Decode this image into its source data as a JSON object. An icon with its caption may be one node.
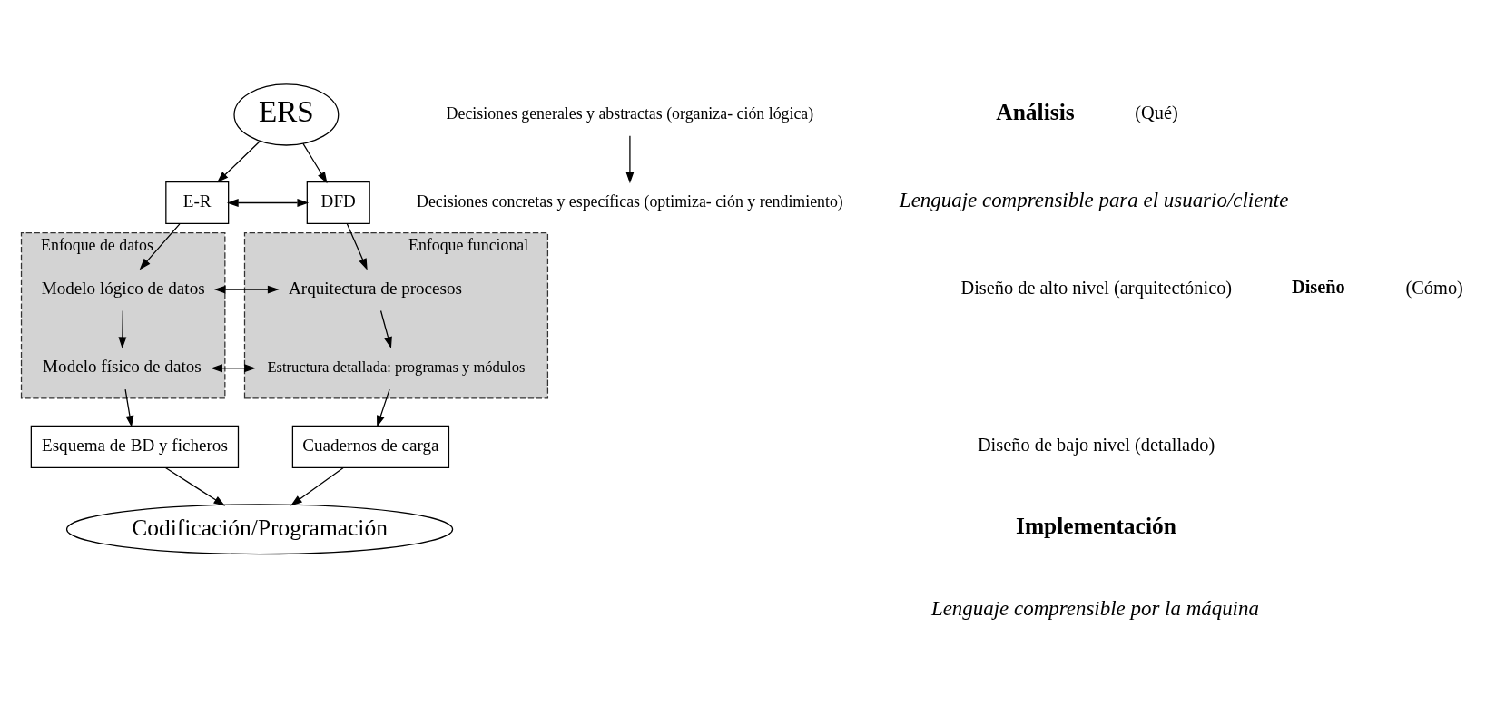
{
  "diagram": {
    "nodes": [
      {
        "text": [
          "ERS"
        ]
      },
      {
        "text": [
          "E-R"
        ]
      },
      {
        "text": [
          "DFD"
        ]
      },
      {
        "text": [
          "Enfoque de datos"
        ]
      },
      {
        "text": [
          "Modelo lógico de datos"
        ],
        "in": 3
      },
      {
        "text": [
          "Modelo físico de datos"
        ],
        "in": 3
      },
      {
        "text": [
          "Enfoque funcional"
        ]
      },
      {
        "text": [
          "Arquitectura de procesos"
        ],
        "in": 6
      },
      {
        "text": [
          "Estructura detallada: programas y módulos"
        ],
        "in": 6
      },
      {
        "text": [
          "Esquema de BD y ficheros"
        ]
      },
      {
        "text": [
          "Cuadernos de carga"
        ]
      },
      {
        "text": [
          "Codificación/Programación"
        ]
      },
      {
        "text": [
          "Decisiones generales y abstractas (organiza- ción lógica)"
        ]
      },
      {
        "text": [
          "Decisiones concretas y específicas (optimiza- ción y rendimiento)"
        ]
      }
    ],
    "edges": [
      {
        "from": 0,
        "to": 1,
        "arrow": "to"
      },
      {
        "from": 0,
        "to": 2,
        "arrow": "to"
      },
      {
        "from": 1,
        "to": 2,
        "arrow": "both"
      },
      {
        "from": 1,
        "to": 4,
        "arrow": "to"
      },
      {
        "from": 2,
        "to": 7,
        "arrow": "to"
      },
      {
        "from": 4,
        "to": 7,
        "arrow": "both"
      },
      {
        "from": 4,
        "to": 5,
        "arrow": "to"
      },
      {
        "from": 7,
        "to": 8,
        "arrow": "to"
      },
      {
        "from": 5,
        "to": 8,
        "arrow": "both"
      },
      {
        "from": 5,
        "to": 9,
        "arrow": "to"
      },
      {
        "from": 8,
        "to": 10,
        "arrow": "to"
      },
      {
        "from": 9,
        "to": 11,
        "arrow": "to"
      },
      {
        "from": 10,
        "to": 11,
        "arrow": "to"
      },
      {
        "from": 12,
        "to": 13,
        "arrow": "to"
      }
    ],
    "labels": [
      "Análisis",
      "(Qué)",
      "Lenguaje comprensible para el usuario/cliente",
      "Diseño de alto nivel (arquitectónico)",
      "Diseño",
      "(Cómo)",
      "Diseño de bajo nivel (detallado)",
      "Implementación",
      "Lenguaje comprensible por la máquina"
    ]
  }
}
